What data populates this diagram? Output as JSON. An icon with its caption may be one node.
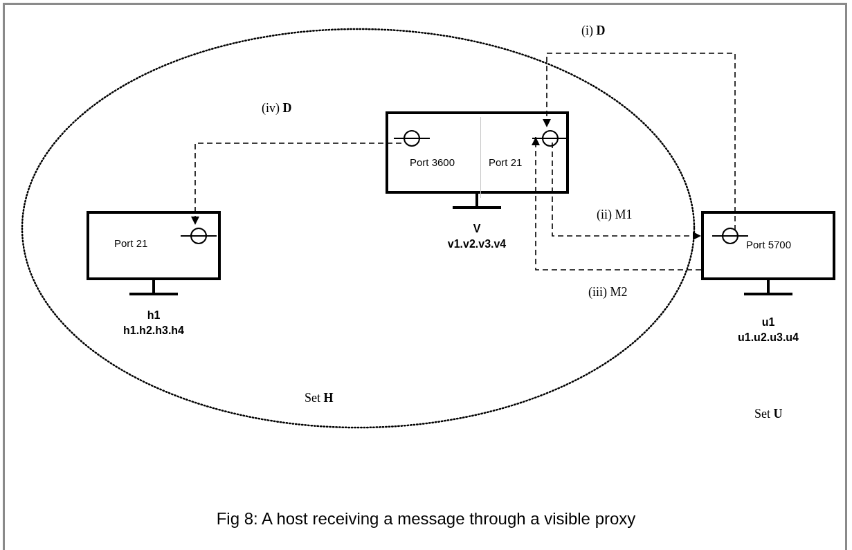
{
  "diagram": {
    "caption": "Fig 8: A host receiving a message through a visible proxy",
    "nodes": [
      {
        "text": [
          "Set **H**"
        ]
      },
      {
        "text": [
          "Port 21"
        ],
        "beside": [
          "h1 h1.h2.h3.h4"
        ],
        "in": 0
      },
      {
        "text": [],
        "shape": "circle",
        "in": 1
      },
      {
        "text": [
          "Port 3600",
          "Port 21"
        ],
        "beside": [
          "V v1.v2.v3.v4"
        ],
        "in": 0
      },
      {
        "text": [],
        "shape": "circle",
        "in": 3
      },
      {
        "text": [],
        "shape": "circle",
        "in": 3
      },
      {
        "text": [
          "Port 5700"
        ],
        "beside": [
          "u1 u1.u2.u3.u4"
        ]
      },
      {
        "text": [],
        "shape": "circle",
        "in": 6
      }
    ],
    "edges": [
      {
        "from": 7,
        "to": 5,
        "arrow": "to",
        "label": "(i) **D**",
        "style": "dashed"
      },
      {
        "from": 5,
        "to": 6,
        "arrow": "to",
        "label": "(ii) M1",
        "style": "dashed"
      },
      {
        "from": 6,
        "to": 5,
        "arrow": "to",
        "label": "(iii) M2",
        "style": "dashed"
      },
      {
        "from": 4,
        "to": 2,
        "arrow": "to",
        "label": "(iv) **D**",
        "style": "dashed"
      }
    ],
    "labels": [
      "Set **U**"
    ]
  }
}
